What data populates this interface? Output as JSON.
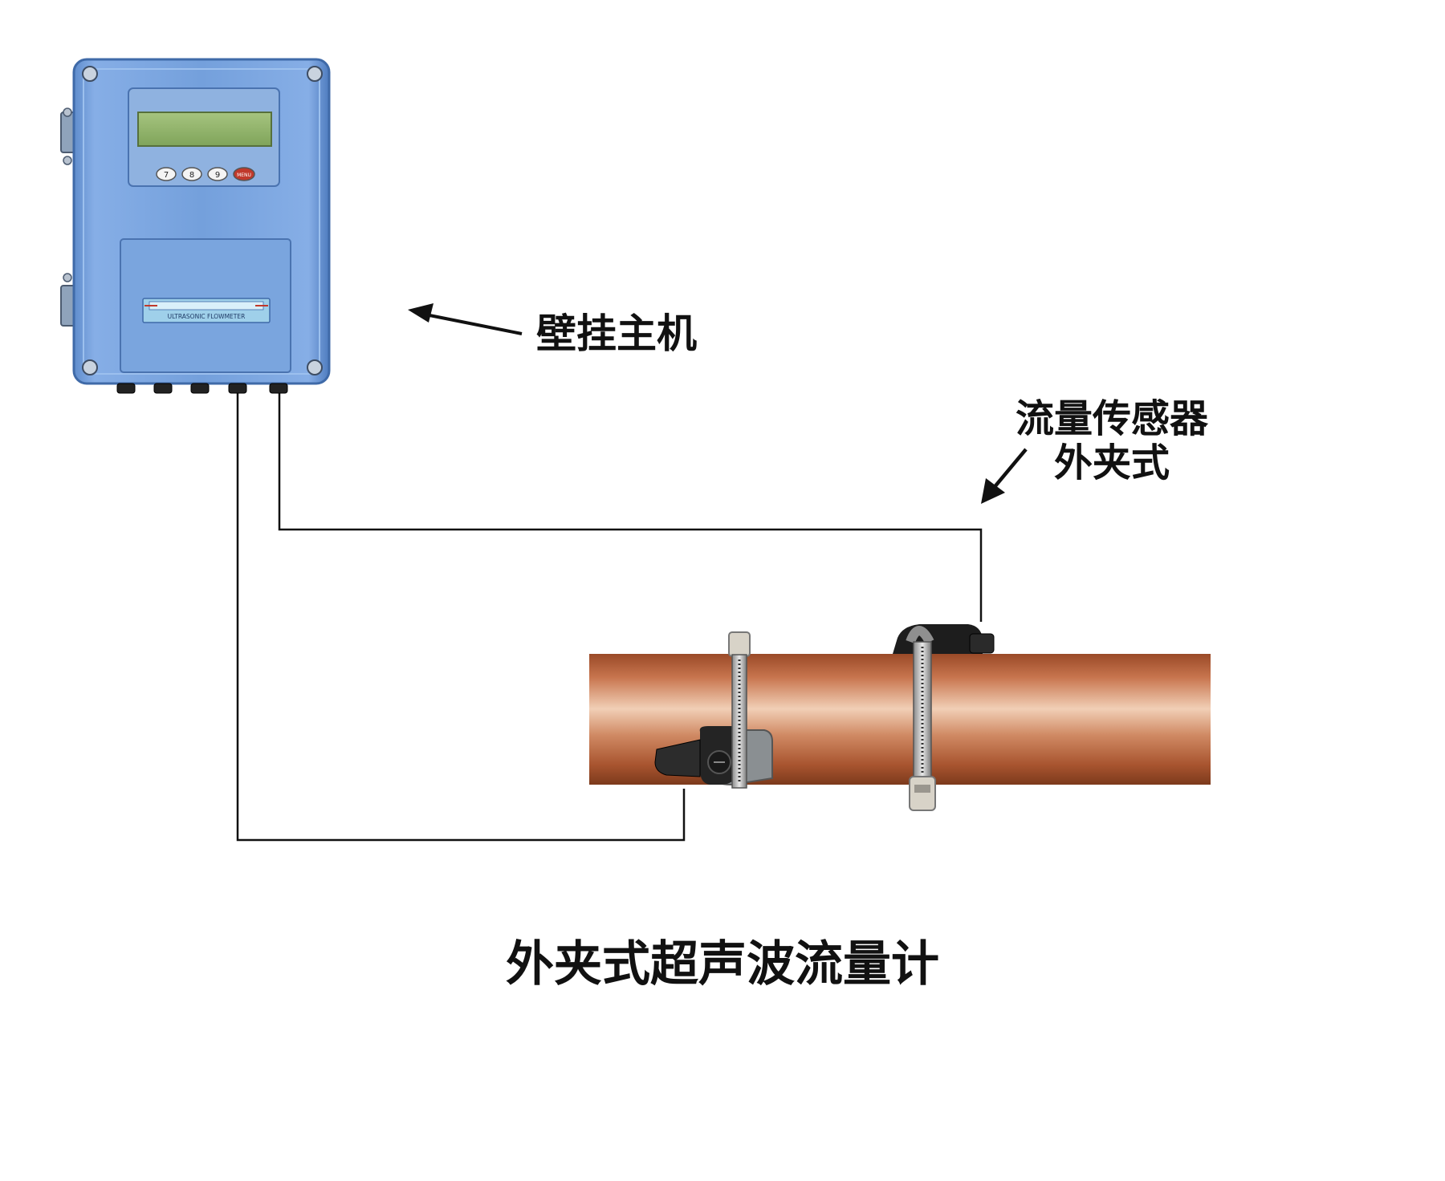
{
  "labels": {
    "host": "壁挂主机",
    "sensor_line1": "流量传感器",
    "sensor_line2": "外夹式",
    "title": "外夹式超声波流量计"
  },
  "device": {
    "nameplate": "ULTRASONIC   FLOWMETER",
    "keys": [
      "7",
      "8",
      "9",
      "MENU"
    ]
  },
  "colors": {
    "housing": "#6f9bd8",
    "housing_dark": "#4f7cbf",
    "lcd": "#8fb26a",
    "pipe": "#c8754e",
    "menu_key": "#c0392b",
    "wire": "#111111"
  },
  "icons": [
    "arrow-left-icon",
    "arrow-down-left-icon"
  ]
}
